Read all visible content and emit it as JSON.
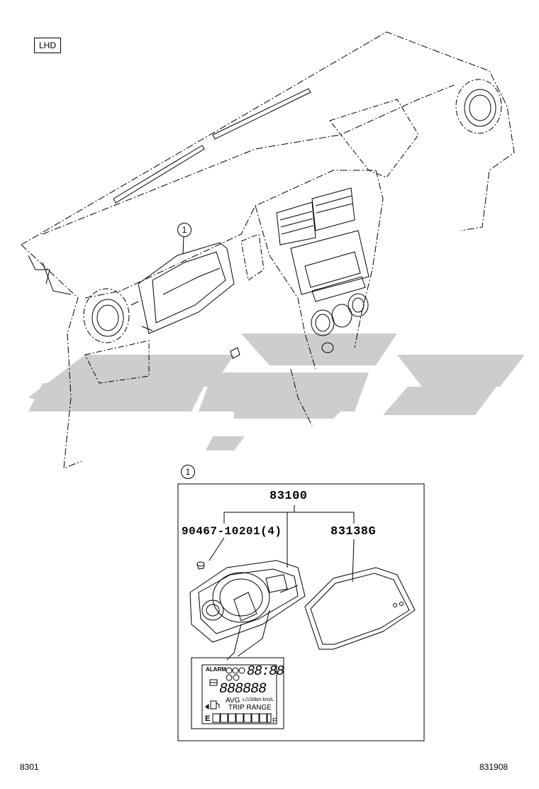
{
  "header": {
    "lhd_tag": "LHD"
  },
  "callouts": {
    "dash_ref": "1",
    "detail_ref": "1"
  },
  "parts": {
    "assembly": "83100",
    "screw": "90467-10201(4)",
    "glass": "83138G"
  },
  "lcd": {
    "row1_left": "ALARM",
    "clock": "88:88",
    "odometer": "888888",
    "avg_label": "AVG",
    "unit_label": "L/100km km/L",
    "trip_label": "TRIP RANGE",
    "fuel_empty": "E",
    "fuel_full": "F"
  },
  "watermark": {
    "color": "#c8c8c8"
  },
  "footer": {
    "left_code": "8301",
    "right_code": "831908"
  }
}
